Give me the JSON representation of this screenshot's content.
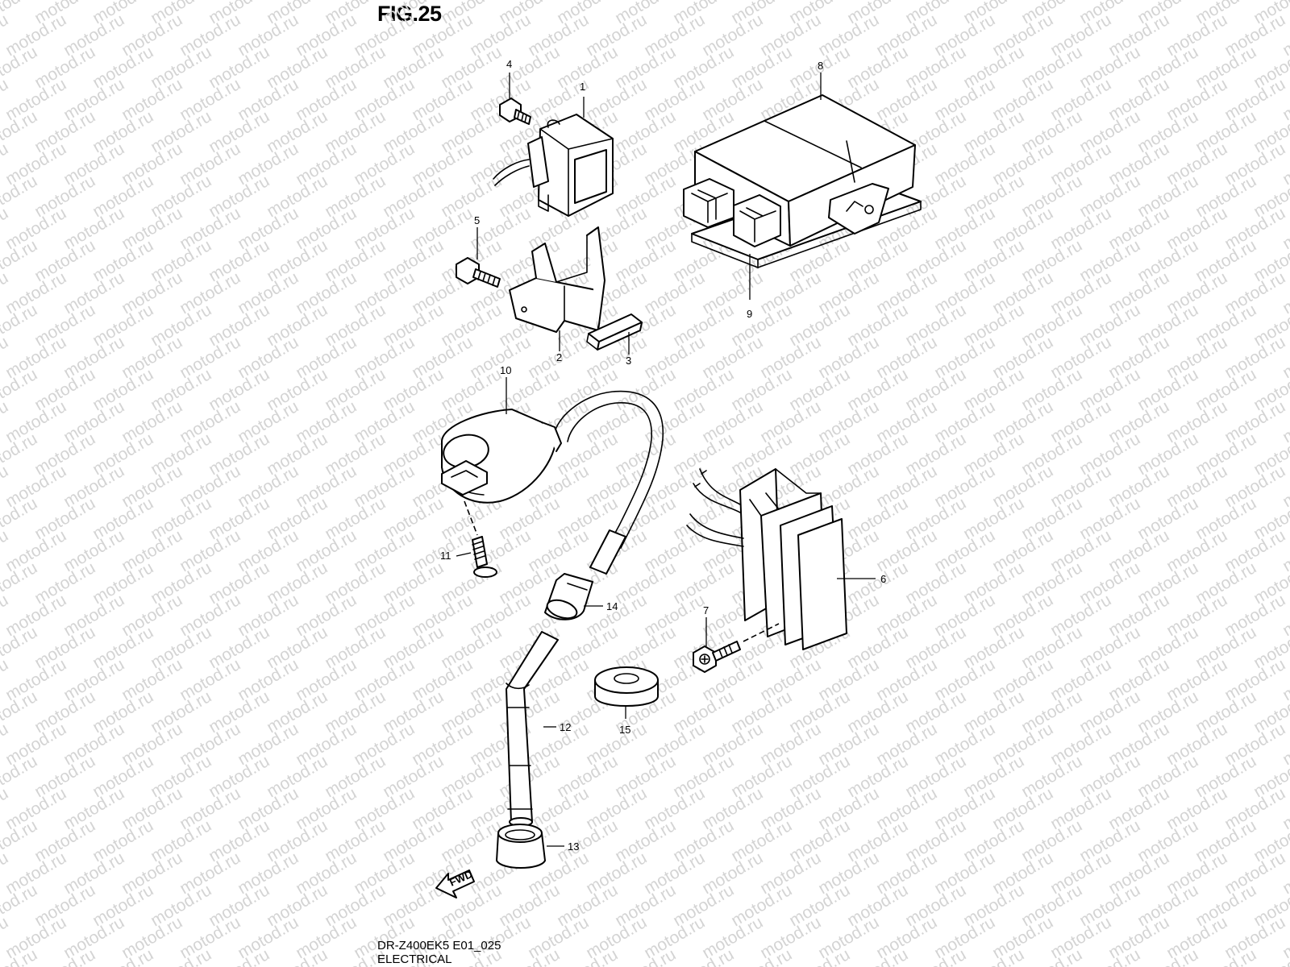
{
  "figure_title": "FIG.25",
  "watermark_text": "motod.ru",
  "footer": {
    "code": "DR-Z400EK5 E01_025",
    "section": "ELECTRICAL"
  },
  "fwd_arrow_text": "FWD",
  "callouts": [
    "1",
    "2",
    "3",
    "4",
    "5",
    "6",
    "7",
    "8",
    "9",
    "10",
    "11",
    "12",
    "13",
    "14",
    "15"
  ],
  "colors": {
    "line": "#000000",
    "watermark": "#d4d4d4",
    "background": "#ffffff"
  }
}
